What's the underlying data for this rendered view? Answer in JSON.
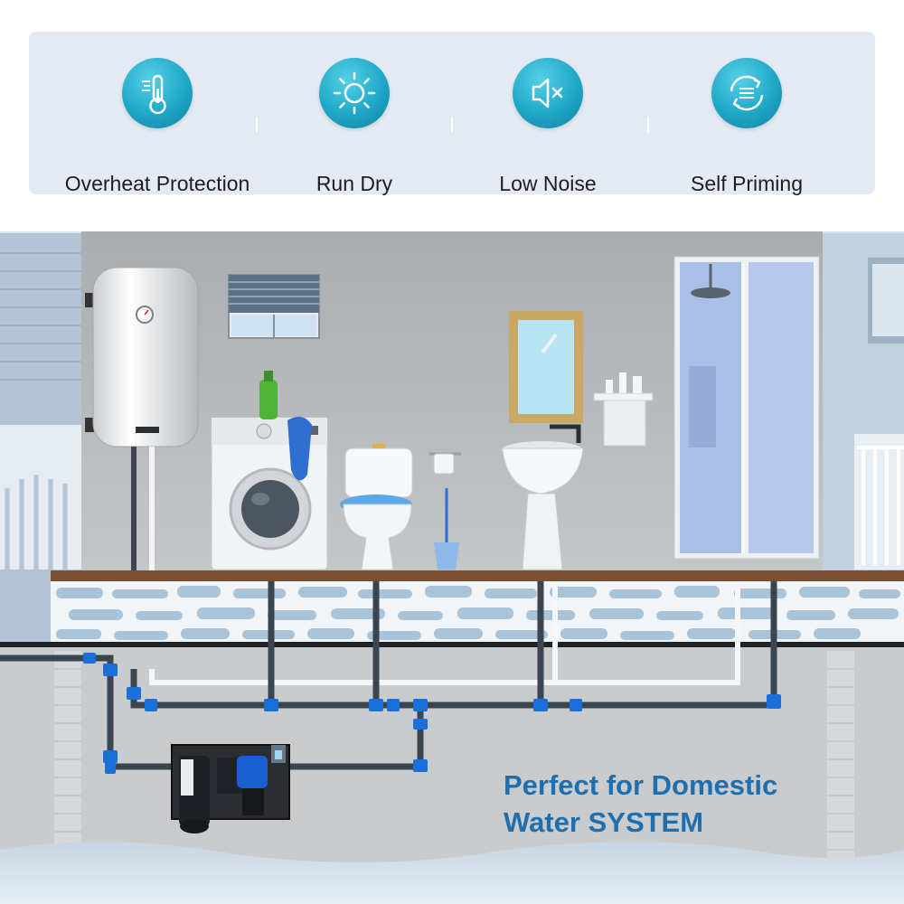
{
  "features": [
    {
      "label": "Overheat Protection",
      "icon": "thermometer-icon"
    },
    {
      "label": "Run Dry",
      "icon": "sun-icon"
    },
    {
      "label": "Low Noise",
      "icon": "speaker-mute-icon"
    },
    {
      "label": "Self Priming",
      "icon": "cycle-arrows-icon"
    }
  ],
  "caption": {
    "line1": "Perfect for Domestic",
    "line2": "Water SYSTEM"
  },
  "colors": {
    "panel_bg": "#e3eaf3",
    "badge": "#1fa7c8",
    "caption": "#1d6fb0",
    "pipe": "#3b4550",
    "fitting": "#1a6fd8",
    "floor": "#7a4f33"
  }
}
